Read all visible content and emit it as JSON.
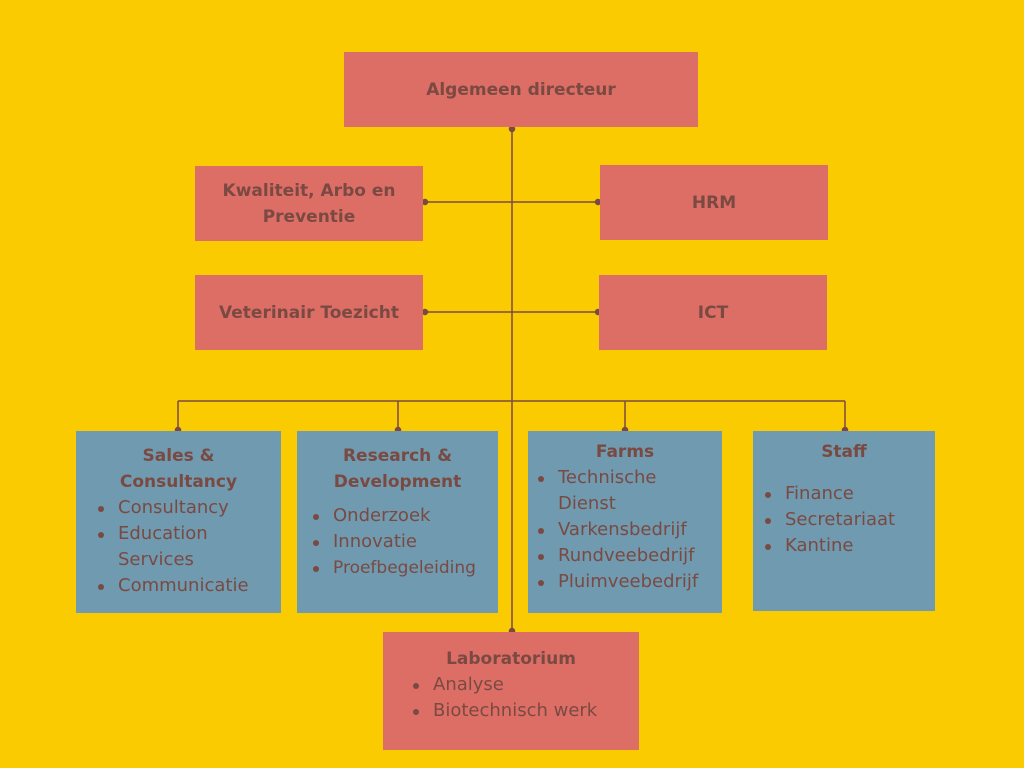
{
  "colors": {
    "background": "#f9cb00",
    "management_box": "#dc6e66",
    "department_box": "#6f9aaf",
    "text": "#7a4a42",
    "connector": "#7a4a42"
  },
  "director": {
    "title": "Algemeen directeur"
  },
  "staff_units": {
    "kwaliteit": "Kwaliteit, Arbo en Preventie",
    "hrm": "HRM",
    "veterinair": "Veterinair Toezicht",
    "ict": "ICT"
  },
  "departments": [
    {
      "title_line1": "Sales &",
      "title_line2": "Consultancy",
      "items": [
        "Consultancy",
        "Education Services",
        "Communicatie"
      ]
    },
    {
      "title_line1": "Research &",
      "title_line2": "Development",
      "items": [
        "Onderzoek",
        "Innovatie",
        "Proefbegeleiding"
      ]
    },
    {
      "title_line1": "Farms",
      "items": [
        "Technische Dienst",
        "Varkensbedrijf",
        "Rundveebedrijf",
        "Pluimveebedrijf"
      ]
    },
    {
      "title_line1": "Staff",
      "items": [
        "Finance",
        "Secretariaat",
        "Kantine"
      ]
    }
  ],
  "laboratorium": {
    "title": "Laboratorium",
    "items": [
      "Analyse",
      "Biotechnisch werk"
    ]
  }
}
